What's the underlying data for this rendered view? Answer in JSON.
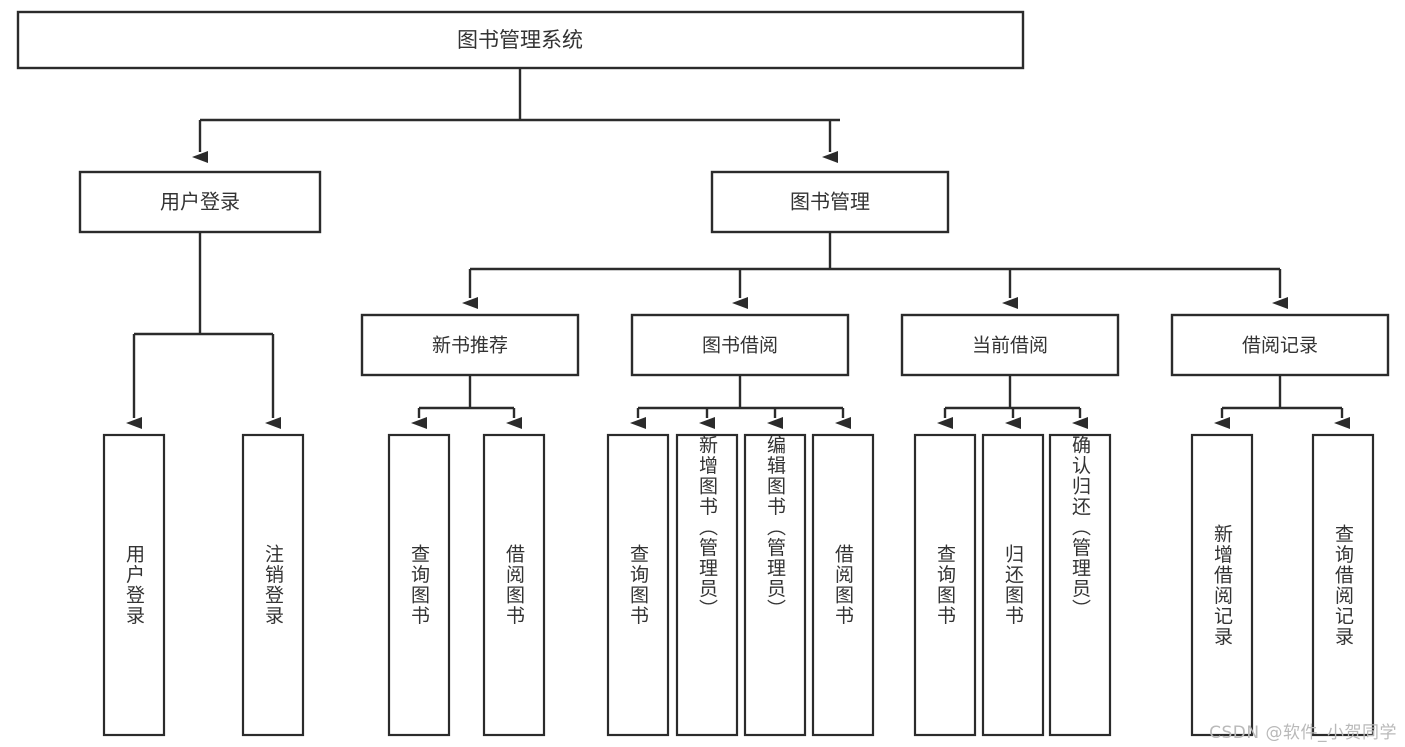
{
  "diagram": {
    "title": "图书管理系统",
    "type": "tree-hierarchy-diagram",
    "root": {
      "label": "图书管理系统"
    },
    "level2": [
      {
        "label": "用户登录"
      },
      {
        "label": "图书管理"
      }
    ],
    "level3": [
      {
        "label": "新书推荐"
      },
      {
        "label": "图书借阅"
      },
      {
        "label": "当前借阅"
      },
      {
        "label": "借阅记录"
      }
    ],
    "leaves": {
      "user_login": [
        {
          "label": "用户登录"
        },
        {
          "label": "注销登录"
        }
      ],
      "new_book_recommend": [
        {
          "label": "查询图书"
        },
        {
          "label": "借阅图书"
        }
      ],
      "book_borrow": [
        {
          "label": "查询图书"
        },
        {
          "label": "新增图书（管理员）"
        },
        {
          "label": "编辑图书（管理员）"
        },
        {
          "label": "借阅图书"
        }
      ],
      "current_borrow": [
        {
          "label": "查询图书"
        },
        {
          "label": "归还图书"
        },
        {
          "label": "确认归还（管理员）"
        }
      ],
      "borrow_record": [
        {
          "label": "新增借阅记录"
        },
        {
          "label": "查询借阅记录"
        }
      ]
    }
  },
  "watermark": {
    "text": "CSDN @软件_小贺同学"
  },
  "colors": {
    "background": "#ffffff",
    "stroke": "#2b2b2b",
    "text": "#333333",
    "watermark": "#b9b9b9"
  }
}
